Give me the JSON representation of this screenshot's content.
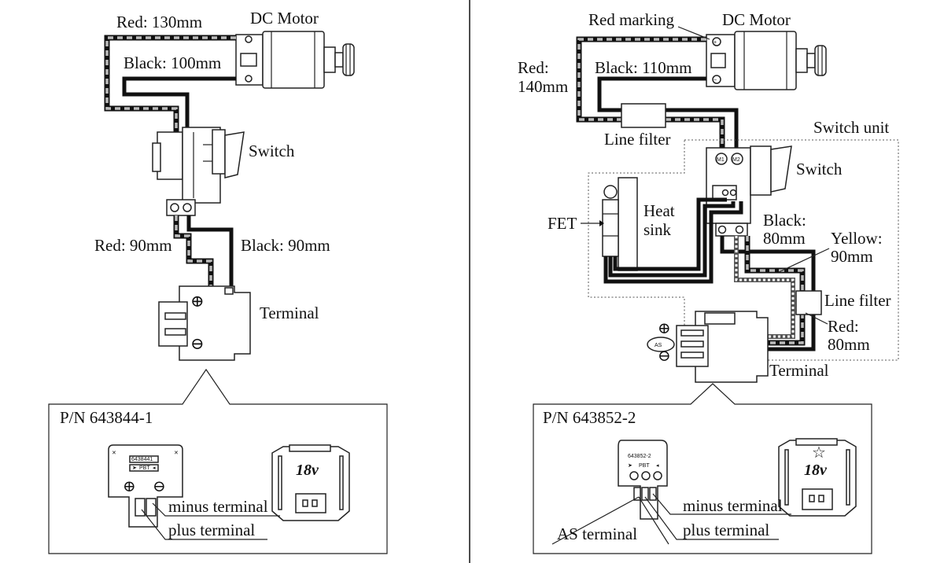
{
  "left": {
    "labels": {
      "red_top": "Red: 130mm",
      "dc_motor": "DC Motor",
      "black_top": "Black: 100mm",
      "switch": "Switch",
      "red_bottom": "Red: 90mm",
      "black_bottom": "Black: 90mm",
      "terminal": "Terminal",
      "plus": "⊕",
      "minus": "⊖"
    },
    "inset": {
      "part_number": "P/N 643844-1",
      "chip_code": "6438441",
      "chip_material": "PBT",
      "voltage": "18v",
      "minus_terminal": "minus terminal",
      "plus_terminal": "plus terminal"
    }
  },
  "right": {
    "labels": {
      "red_marking": "Red marking",
      "dc_motor": "DC Motor",
      "red_top_1": "Red:",
      "red_top_2": "140mm",
      "black_top": "Black: 110mm",
      "line_filter_top": "Line filter",
      "switch_unit": "Switch unit",
      "switch": "Switch",
      "m1": "M1",
      "m2": "M2",
      "fet": "FET",
      "heat_1": "Heat",
      "heat_2": "sink",
      "black_1": "Black:",
      "black_2": "80mm",
      "yellow_1": "Yellow:",
      "yellow_2": "90mm",
      "line_filter_right": "Line filter",
      "red_1": "Red:",
      "red_2": "80mm",
      "as": "AS",
      "plus": "⊕",
      "minus": "⊖",
      "terminal": "Terminal"
    },
    "inset": {
      "part_number": "P/N 643852-2",
      "chip_code": "643852-2",
      "chip_material": "PBT",
      "voltage": "18v",
      "minus_terminal": "minus terminal",
      "plus_terminal": "plus terminal",
      "as_terminal": "AS terminal"
    }
  }
}
